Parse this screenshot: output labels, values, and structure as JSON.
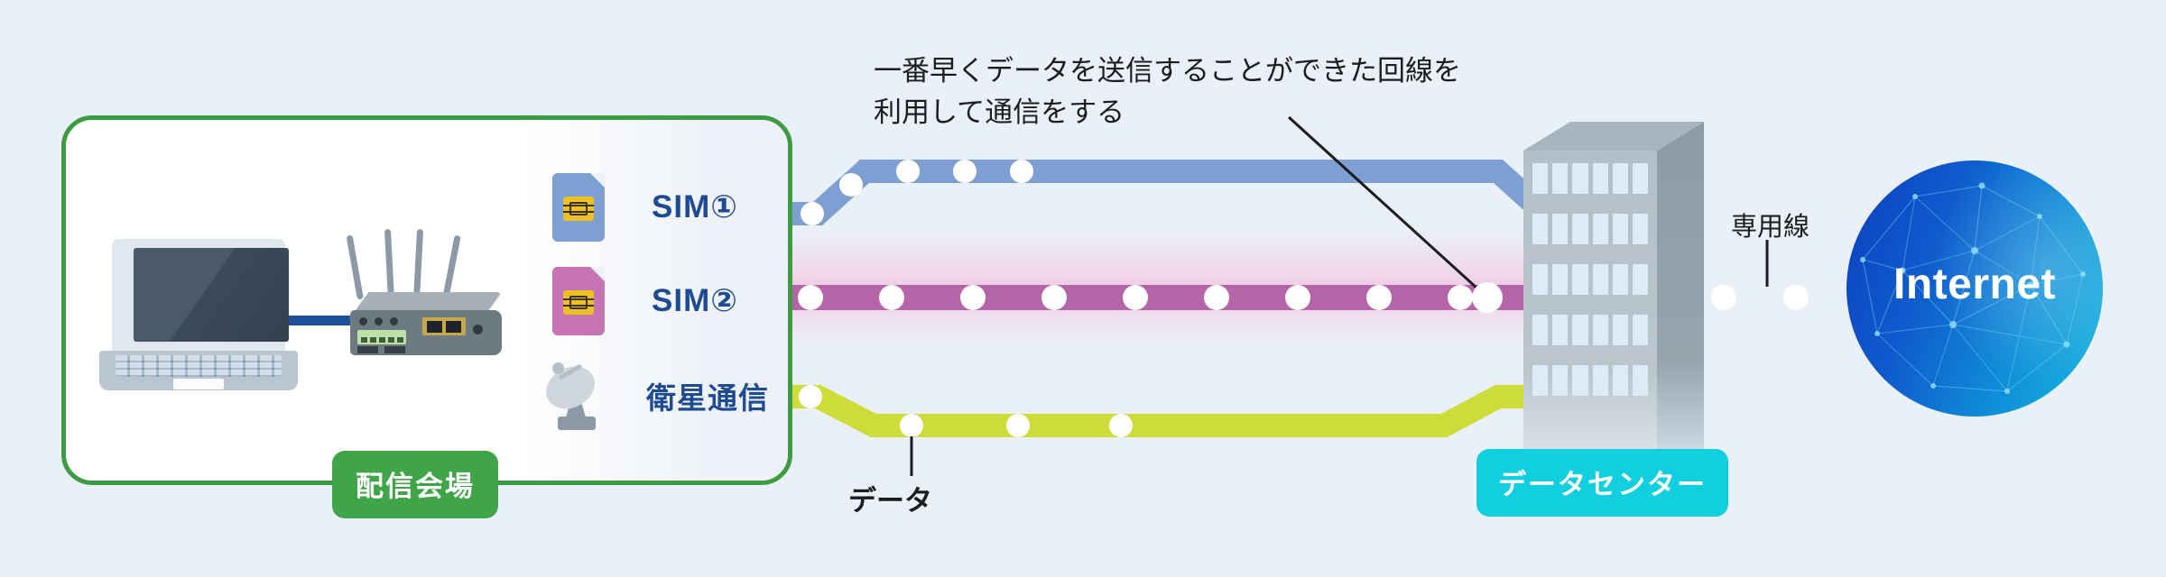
{
  "diagram": {
    "background_color": "#eaf0f7",
    "venue": {
      "badge_label": "配信会場",
      "badge_color": "#40a548",
      "border_color": "#3d9b42",
      "devices": [
        {
          "name": "laptop",
          "label": ""
        },
        {
          "name": "router",
          "label": ""
        }
      ]
    },
    "connections": [
      {
        "id": "sim1",
        "label": "SIM①",
        "color": "#7d9fd1",
        "icon": "sim-card-icon",
        "card_color": "#7d9fd1"
      },
      {
        "id": "sim2",
        "label": "SIM②",
        "color": "#b565a7",
        "icon": "sim-card-icon",
        "card_color": "#c774b4",
        "active": true
      },
      {
        "id": "satellite",
        "label": "衛星通信",
        "color": "#cddc39",
        "icon": "satellite-dish-icon"
      }
    ],
    "datacenter": {
      "badge_label": "データセンター",
      "badge_color": "#12cfe0"
    },
    "dedicated_line": {
      "label": "専用線",
      "gradient_from": "#17bde0",
      "gradient_to": "#0f3fbf"
    },
    "internet": {
      "label": "Internet",
      "gradient_from": "#0d3fc0",
      "gradient_to": "#19b9e0"
    },
    "annotations": {
      "main": "一番早くデータを送信することができた回線を\n利用して通信をする",
      "data_packet": "データ"
    }
  }
}
